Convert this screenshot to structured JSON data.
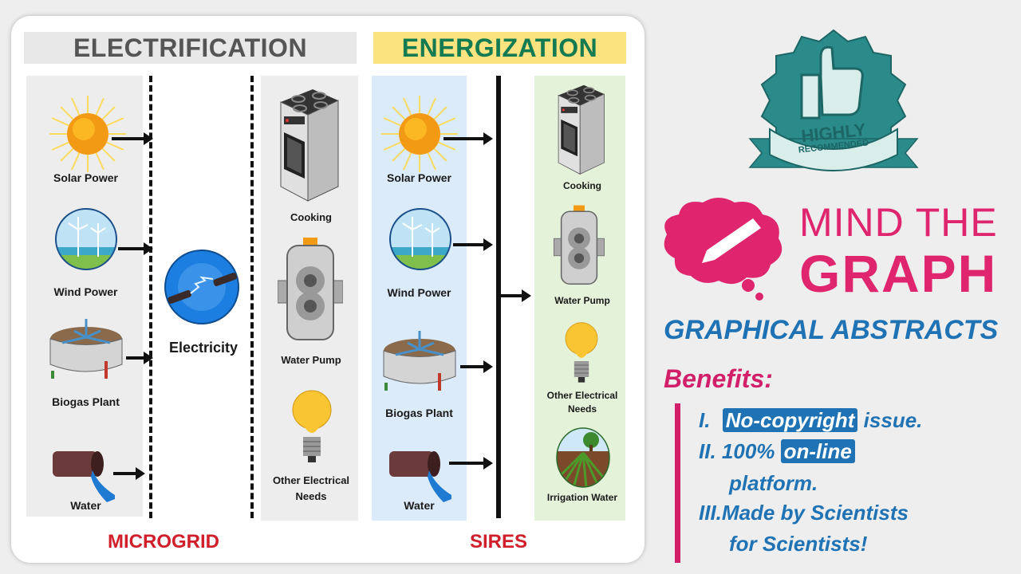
{
  "diagram": {
    "electrification": {
      "title": "ELECTRIFICATION",
      "footer": "MICROGRID"
    },
    "energization": {
      "title": "ENERGIZATION",
      "footer": "SIRES"
    },
    "left_sources": [
      "Solar Power",
      "Wind Power",
      "Biogas Plant",
      "Water"
    ],
    "left_hub": "Electricity",
    "left_uses": [
      "Cooking",
      "Water Pump",
      "Other Electrical Needs"
    ],
    "right_sources": [
      "Solar Power",
      "Wind Power",
      "Biogas Plant",
      "Water"
    ],
    "right_uses": [
      "Cooking",
      "Water Pump",
      "Other Electrical Needs",
      "Irrigation Water"
    ]
  },
  "badge": {
    "line1": "HIGHLY",
    "line2": "RECOMMENDED"
  },
  "brand": {
    "line1": "MIND THE",
    "line2": "GRAPH"
  },
  "tagline": "GRAPHICAL ABSTRACTS",
  "benefits": {
    "heading": "Benefits:",
    "items": [
      {
        "num": "I.",
        "highlight": "No-copyright",
        "rest": " issue."
      },
      {
        "num": "II.",
        "pre": " 100% ",
        "highlight": "on-line",
        "rest2": "platform."
      },
      {
        "num": "III.",
        "text": "Made by Scientists",
        "text2": "for Scientists!"
      }
    ]
  },
  "colors": {
    "brand_pink": "#e0256f",
    "abstract_blue": "#1f73b5",
    "badge_teal": "#2b8a8a",
    "footer_red": "#d01f2a"
  }
}
